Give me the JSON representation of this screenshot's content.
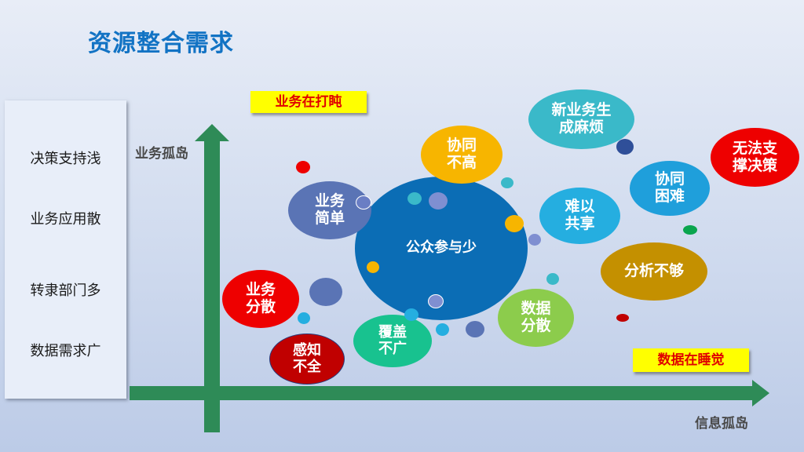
{
  "title": "资源整合需求",
  "sidebar": {
    "items": [
      {
        "label": "决策支持浅"
      },
      {
        "label": "业务应用散"
      },
      {
        "label": "转隶部门多"
      },
      {
        "label": "数据需求广"
      }
    ]
  },
  "axes": {
    "y_label": "业务孤岛",
    "x_label": "信息孤岛",
    "color": "#2e8b57"
  },
  "tags": {
    "top": "业务在打盹",
    "bottom": "数据在睡觉"
  },
  "bubbles": [
    {
      "label": "公众参与少",
      "color": "#0b6db5"
    },
    {
      "label": "协同\n不高",
      "color": "#f7b500"
    },
    {
      "label": "业务\n简单",
      "color": "#5a74b5"
    },
    {
      "label": "新业务生\n成麻烦",
      "color": "#3ab9c9"
    },
    {
      "label": "无法支\n撑决策",
      "color": "#ee0000"
    },
    {
      "label": "协同\n困难",
      "color": "#1f9fdb"
    },
    {
      "label": "难以\n共享",
      "color": "#25aee0"
    },
    {
      "label": "分析不够",
      "color": "#c49000"
    },
    {
      "label": "数据\n分散",
      "color": "#8ccc4c"
    },
    {
      "label": "业务\n分散",
      "color": "#ee0000"
    },
    {
      "label": "覆盖\n不广",
      "color": "#18c28f"
    },
    {
      "label": "感知\n不全",
      "color": "#c00000"
    }
  ]
}
